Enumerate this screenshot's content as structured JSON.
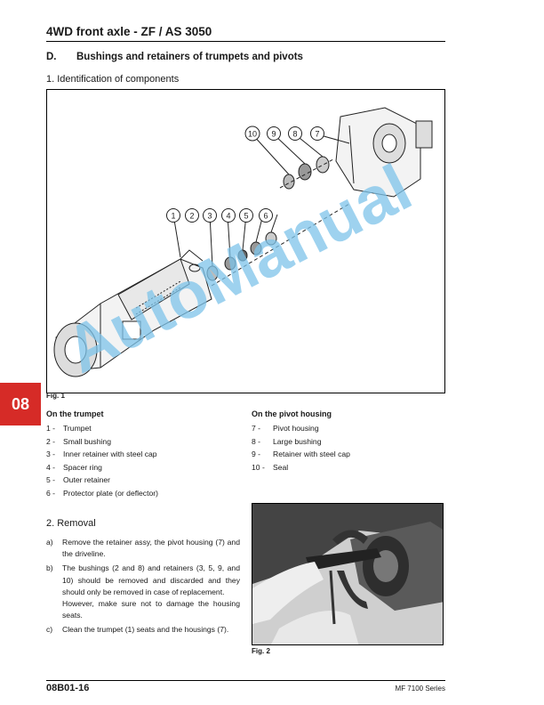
{
  "header": {
    "title": "4WD front axle - ZF / AS 3050"
  },
  "section": {
    "letter": "D.",
    "title": "Bushings and retainers of trumpets and pivots"
  },
  "identification": {
    "heading": "1. Identification of components"
  },
  "figure1": {
    "caption": "Fig. 1",
    "callouts": [
      "1",
      "2",
      "3",
      "4",
      "5",
      "6",
      "7",
      "8",
      "9",
      "10"
    ]
  },
  "chapter_tab": "08",
  "trumpet": {
    "heading": "On the trumpet",
    "items": [
      {
        "num": "1 -",
        "label": "Trumpet"
      },
      {
        "num": "2 -",
        "label": "Small bushing"
      },
      {
        "num": "3 -",
        "label": "Inner retainer with steel cap"
      },
      {
        "num": "4 -",
        "label": "Spacer ring"
      },
      {
        "num": "5 -",
        "label": "Outer retainer"
      },
      {
        "num": "6 -",
        "label": "Protector plate (or deflector)"
      }
    ]
  },
  "pivot_housing": {
    "heading": "On the pivot housing",
    "items": [
      {
        "num": "7 -",
        "label": "Pivot housing"
      },
      {
        "num": "8 -",
        "label": "Large bushing"
      },
      {
        "num": "9 -",
        "label": "Retainer with steel cap"
      },
      {
        "num": "10 -",
        "label": "Seal"
      }
    ]
  },
  "removal": {
    "heading": "2. Removal",
    "steps": [
      {
        "letter": "a)",
        "text": "Remove the retainer assy, the pivot housing (7) and the driveline.",
        "extra": ""
      },
      {
        "letter": "b)",
        "text": "The bushings (2 and 8) and retainers (3, 5, 9, and 10) should be removed and discarded and they should only be removed in case of replacement.",
        "extra": "However, make sure not to damage the housing seats."
      },
      {
        "letter": "c)",
        "text": "Clean the trumpet (1) seats and the housings (7).",
        "extra": ""
      }
    ]
  },
  "figure2": {
    "caption": "Fig. 2"
  },
  "footer": {
    "page_code": "08B01-16",
    "series": "MF 7100 Series"
  },
  "watermark": "AutoManual"
}
